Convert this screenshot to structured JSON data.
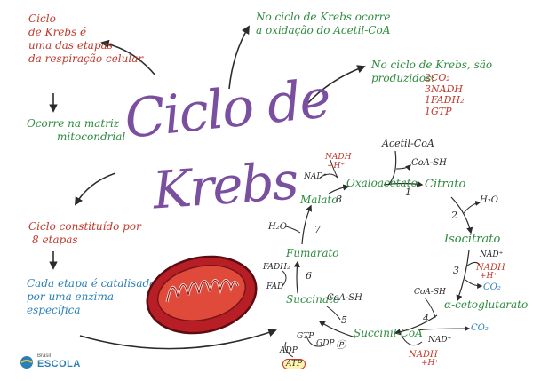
{
  "title": {
    "line1": "Ciclo de",
    "line2": "Krebs"
  },
  "notes": {
    "intro": [
      "Ciclo",
      "de Krebs é",
      "uma das etapas",
      "da respiração celular"
    ],
    "matrix": [
      "Ocorre na matriz",
      "mitocondrial"
    ],
    "steps": [
      "Ciclo constituído por",
      "8 etapas"
    ],
    "enzyme": [
      "Cada etapa é catalisada",
      "por uma enzima",
      "específica"
    ],
    "oxidation": [
      "No ciclo de Krebs ocorre",
      "a oxidação do Acetil-CoA"
    ],
    "products_label": [
      "No ciclo de Krebs, são",
      "produzidos:"
    ],
    "products": [
      "2CO₂",
      "3NADH",
      "1FADH₂",
      "1GTP"
    ]
  },
  "cycle": {
    "acetil": "Acetil-CoA",
    "coash_top": "CoA-SH",
    "oxaloacetato": "Oxaloacetato",
    "citrato": "Citrato",
    "isocitrato": "Isocitrato",
    "alfa": "α-cetoglutarato",
    "succinil": "Succinil-CoA",
    "succinato": "Succinato",
    "fumarato": "Fumarato",
    "malato": "Malato",
    "nad_top": "NAD⁺",
    "nadh_top": "NADH",
    "h_top": "+H⁺",
    "h2o_right": "H₂O",
    "h2o_left": "H₂O",
    "nad_3": "NAD⁺",
    "nadh_3": "NADH",
    "h_3": "+H⁺",
    "co2_3": "CO₂",
    "coash_4": "CoA-SH",
    "co2_4": "CO₂",
    "nad_4": "NAD⁺",
    "nadh_4": "NADH",
    "h_4": "+H⁺",
    "coash_5": "CoA-SH",
    "gtp": "GTP",
    "gdp": "GDP",
    "pi": "Ⓟ",
    "adp": "ADP",
    "atp": "ATP",
    "fadh2": "FADH₂",
    "fad": "FAD",
    "steps": [
      "1",
      "2",
      "3",
      "4",
      "5",
      "6",
      "7",
      "8"
    ]
  },
  "logo": {
    "top": "Brasil",
    "name": "ESCOLA"
  },
  "colors": {
    "red": "#c0392b",
    "green": "#2e8b3e",
    "blue": "#2a7fb8",
    "purple": "#7b4fa0",
    "mito": "#c0392b"
  }
}
